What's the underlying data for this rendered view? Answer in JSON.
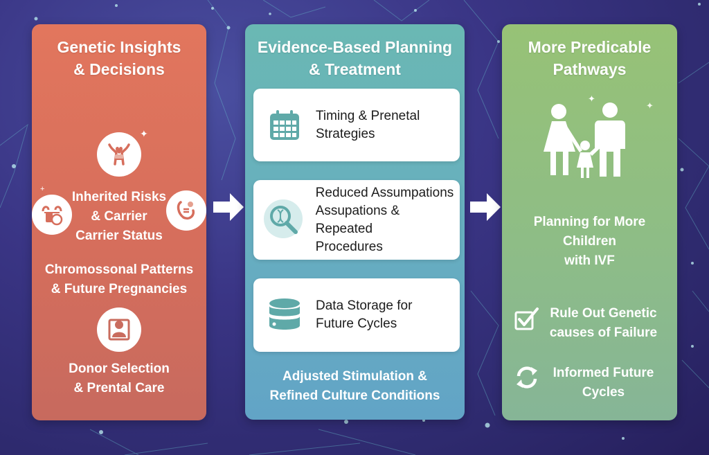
{
  "colors": {
    "background": "#2e2a6e",
    "panel_left": "#d66e5c",
    "panel_mid": "#67aec0",
    "panel_right": "#8ebd86",
    "card_bg": "#ffffff",
    "card_icon": "#5fa9a8",
    "text_light": "#ffffff",
    "text_dark": "#1c1c1c"
  },
  "panels": [
    {
      "title_line1": "Genetic Insights",
      "title_line2": "& Decisions",
      "items": [
        {
          "icon": "uterus-heart-icon",
          "line1": "Inherited Risks",
          "line2": "& Carrier",
          "line3": "Carrier Status",
          "side_icons": [
            "reproductive-organs-icon",
            "embryo-icon"
          ]
        },
        {
          "line1": "Chromossonal Patterns",
          "line2": "& Future Pregnancies"
        },
        {
          "icon": "donor-profile-icon",
          "line1": "Donor Selection",
          "line2": "& Prental Care"
        }
      ]
    },
    {
      "title_line1": "Evidence-Based Planning",
      "title_line2": "& Treatment",
      "cards": [
        {
          "icon": "calendar-icon",
          "line1": "Timing & Prenetal",
          "line2": "Strategies"
        },
        {
          "icon": "dna-magnifier-icon",
          "line1": "Reduced Assumpations",
          "line2": "Assupations & Repeated",
          "line3": "Procedures"
        },
        {
          "icon": "database-icon",
          "line1": "Data Storage for",
          "line2": "Future Cycles"
        }
      ],
      "footer_line1": "Adjusted Stimulation &",
      "footer_line2": "Refined Culture Conditions"
    },
    {
      "title_line1": "More Predicable",
      "title_line2": "Pathways",
      "hero_icon": "family-icon",
      "subtitle_line1": "Planning for More",
      "subtitle_line2": "Children",
      "subtitle_line3": "with IVF",
      "items": [
        {
          "icon": "checkbox-icon",
          "line1": "Rule Out Genetic",
          "line2": "causes of Failure"
        },
        {
          "icon": "refresh-cycle-icon",
          "line1": "Informed Future",
          "line2": "Cycles"
        }
      ]
    }
  ],
  "arrows": [
    "arrow-right-icon",
    "arrow-right-icon"
  ]
}
